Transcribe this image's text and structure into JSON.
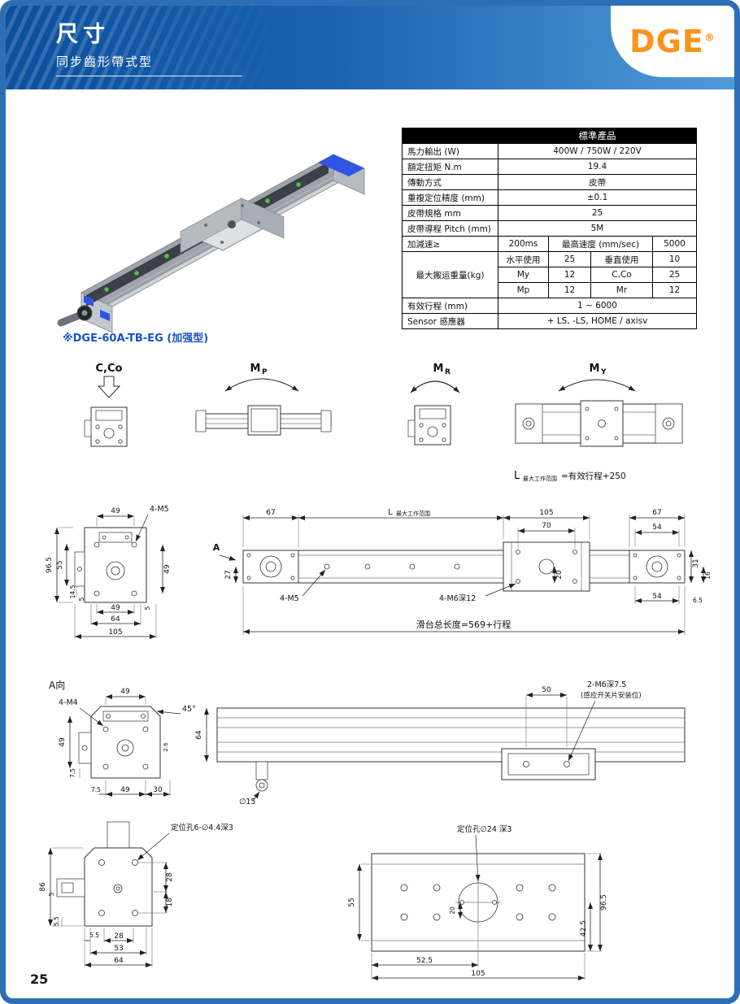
{
  "page": {
    "number": "25"
  },
  "header": {
    "title": "尺寸",
    "subtitle": "同步齒形帶式型",
    "logo": "DGE",
    "logo_reg": "®",
    "accent_orange": "#f7941d",
    "accent_blue": "#2d6fb7"
  },
  "product": {
    "caption": "※DGE-60A-TB-EG (加强型)"
  },
  "spec": {
    "header": "標準產品",
    "rows": [
      {
        "label": "馬力輸出 (W)",
        "value": "400W / 750W / 220V"
      },
      {
        "label": "額定扭矩 N.m",
        "value": "19.4"
      },
      {
        "label": "傳動方式",
        "value": "皮帶"
      },
      {
        "label": "重複定位精度 (mm)",
        "value": "±0.1"
      },
      {
        "label": "皮帶規格 mm",
        "value": "25"
      },
      {
        "label": "皮帶導程 Pitch (mm)",
        "value": "5M"
      }
    ],
    "accel": {
      "label": "加減速≥",
      "value": "200ms",
      "speed_label": "最高速度 (mm/sec)",
      "speed_value": "5000"
    },
    "payload": {
      "label": "最大搬运重量(kg)",
      "rows": [
        [
          "水平使用",
          "25",
          "垂直使用",
          "10"
        ],
        [
          "My",
          "12",
          "C,Co",
          "25"
        ],
        [
          "Mp",
          "12",
          "Mr",
          "12"
        ]
      ]
    },
    "stroke": {
      "label": "有效行程 (mm)",
      "value": "1 ~ 6000"
    },
    "sensor": {
      "label": "Sensor  感應器",
      "value": "+ LS, -LS, HOME / axisv"
    }
  },
  "moments": {
    "labels": [
      {
        "m": "C,Co",
        "s": ""
      },
      {
        "m": "M",
        "s": "P"
      },
      {
        "m": "M",
        "s": "R"
      },
      {
        "m": "M",
        "s": "Y"
      }
    ]
  },
  "d1": {
    "note": {
      "l": "L",
      "sub": "最大工作范围",
      "eq": "=有效行程+250"
    },
    "span": {
      "l": "L",
      "sub": "最大工作范围"
    },
    "top": {
      "b67l": "67",
      "b105": "105",
      "b70": "70",
      "b67r": "67",
      "b54": "54"
    },
    "end": {
      "t49": "49",
      "m5": "4-M5",
      "v965": "96.5",
      "v55": "55",
      "v145": "14.5",
      "v5l": "5",
      "v49": "49",
      "v5r": "5",
      "b49": "49",
      "b64": "64",
      "b105": "105"
    },
    "side": {
      "a": "A",
      "v27": "27",
      "m5": "4-M5",
      "m6": "4-M6深12",
      "v20": "20",
      "v31": "31",
      "v16": "16",
      "b54": "54",
      "b65": "6.5",
      "total": "滑台总长度=569+行程"
    }
  },
  "d2": {
    "view": "A向",
    "end": {
      "t49": "49",
      "m4": "4-M4",
      "a45": "45°",
      "l49": "49",
      "l75": "7.5",
      "s26": "2.6",
      "b75": "7.5",
      "b49": "49",
      "b30": "30"
    },
    "side": {
      "v64": "64",
      "dia15": "∅15",
      "d50": "50",
      "m6": "2-M6深7.5",
      "m6note": "(感应开关片安装位)"
    }
  },
  "d3": {
    "left": {
      "call": "定位孔6-∅4.4深3",
      "v86": "86",
      "v28": "28",
      "v18": "18",
      "v55": "5.5",
      "v5": "5",
      "b55": "5.5",
      "b28": "28",
      "b53": "53",
      "b64": "64"
    },
    "right": {
      "call": "定位孔∅24 深3",
      "v55": "55",
      "v20": "20",
      "v965": "96.5",
      "v425": "42.5",
      "b525": "52.5",
      "b105": "105"
    }
  }
}
